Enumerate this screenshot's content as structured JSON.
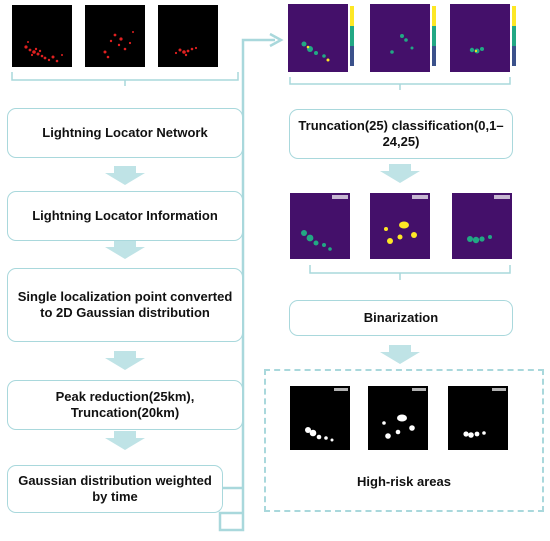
{
  "left_column": {
    "steps": [
      {
        "id": "network",
        "label": "Lightning Locator Network"
      },
      {
        "id": "information",
        "label": "Lightning Locator Information"
      },
      {
        "id": "gaussian2d",
        "label": "Single localization point converted to 2D Gaussian distribution"
      },
      {
        "id": "peak",
        "label": "Peak reduction(25km), Truncation(20km)"
      },
      {
        "id": "weighted",
        "label": "Gaussian distribution weighted by time"
      }
    ]
  },
  "right_column": {
    "steps": [
      {
        "id": "truncation",
        "label": "Truncation(25) classification(0,1–24,25)"
      },
      {
        "id": "binarization",
        "label": "Binarization"
      }
    ],
    "result_label": "High-risk areas"
  },
  "colors": {
    "connector": "#a9d8dc",
    "arrow_fill": "#bfe3e6",
    "heatmap_bg": "#44106a",
    "heatmap_spot": "#22a884",
    "heatmap_peak": "#fde725",
    "lightning_dot": "#e02020"
  }
}
